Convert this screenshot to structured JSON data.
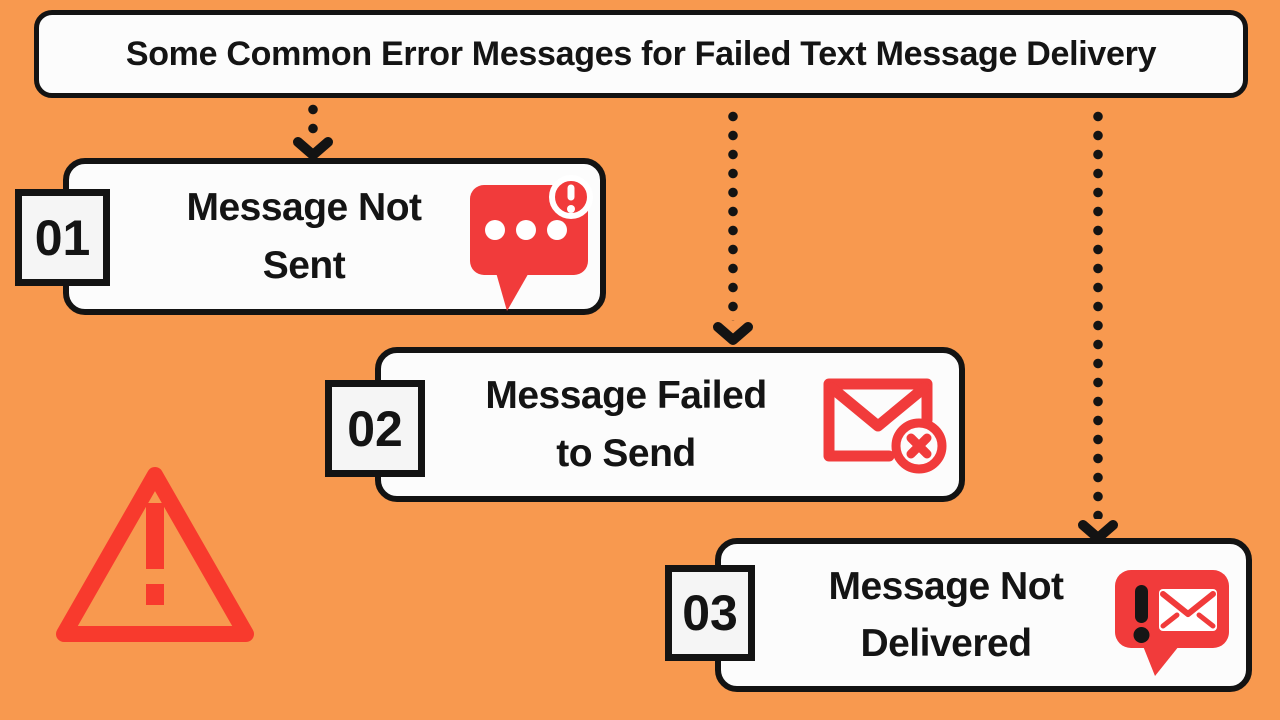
{
  "page": {
    "title": "Some Common Error Messages for Failed Text Message Delivery"
  },
  "colors": {
    "background": "#F8994F",
    "accent_red": "#F13B3B",
    "triangle_red": "#F83A2D",
    "card_fill": "#FCFCFC",
    "number_fill": "#F5F5F5",
    "outline_black": "#131313",
    "text_black": "#141414"
  },
  "cards": [
    {
      "number": "01",
      "line1": "Message Not",
      "line2": "Sent",
      "icon": "chat-bubble-alert-icon"
    },
    {
      "number": "02",
      "line1": "Message Failed",
      "line2": "to Send",
      "icon": "envelope-error-icon"
    },
    {
      "number": "03",
      "line1": "Message Not",
      "line2": "Delivered",
      "icon": "message-envelope-alert-icon"
    }
  ],
  "decorations": {
    "warning_icon": "warning-triangle-icon",
    "connector_style": "dotted-arrow-down"
  }
}
